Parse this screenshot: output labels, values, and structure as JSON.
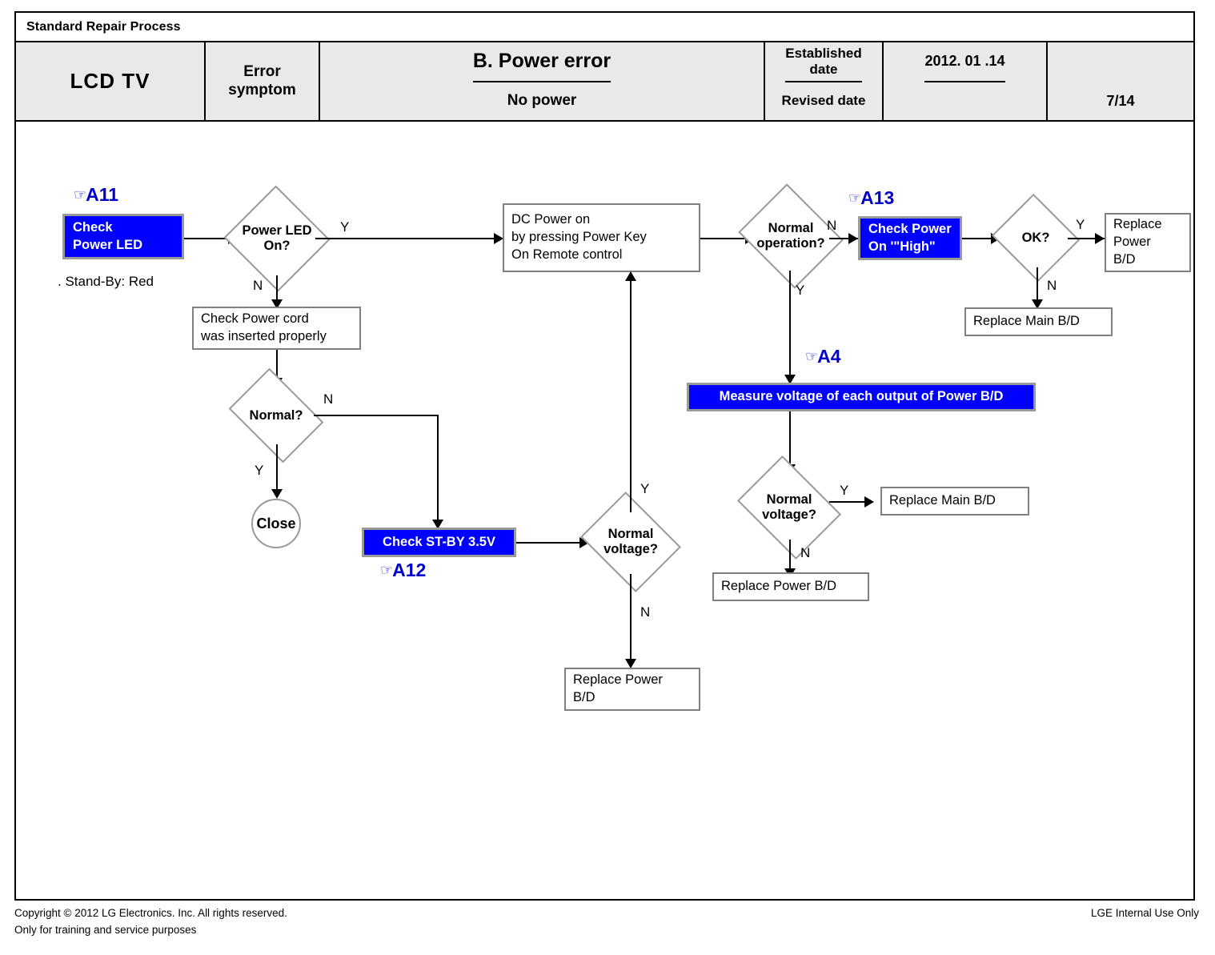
{
  "header": {
    "process_title": "Standard Repair Process",
    "model": "LCD  TV",
    "symptom_label": "Error symptom",
    "error_title": "B. Power error",
    "error_detail": "No power",
    "established_date_label": "Established date",
    "revised_date_label": "Revised date",
    "established_date_value": "2012. 01 .14",
    "revised_date_value": "",
    "page": "7/14"
  },
  "refs": {
    "hand_icon": "☞",
    "a11": "A11",
    "a12": "A12",
    "a13": "A13",
    "a4": "A4"
  },
  "flow": {
    "check_power_led": "Check\nPower LED",
    "check_power_led_l1": "Check",
    "check_power_led_l2": "Power LED",
    "standby_note": ". Stand-By: Red",
    "power_led_on_l1": "Power  LED",
    "power_led_on_l2": "On?",
    "check_power_cord_l1": "Check Power cord",
    "check_power_cord_l2": "was inserted properly",
    "normal_q": "Normal?",
    "close": "Close",
    "check_stby": "Check ST-BY 3.5V",
    "dc_power_l1": "DC Power on",
    "dc_power_l2": "by pressing Power Key",
    "dc_power_l3": "On Remote control",
    "normal_voltage_center_l1": "Normal",
    "normal_voltage_center_l2": "voltage?",
    "replace_power_bd_center_l1": "Replace Power",
    "replace_power_bd_center_l2": "B/D",
    "normal_operation_l1": "Normal",
    "normal_operation_l2": "operation?",
    "check_power_on_high_l1": "Check Power",
    "check_power_on_high_l2": "On '\"High\"",
    "ok_q": "OK?",
    "replace_power_bd_r_l1": "Replace",
    "replace_power_bd_r_l2": "Power",
    "replace_power_bd_r_l3": "B/D",
    "replace_main_bd_top": "Replace Main B/D",
    "measure_voltage": "Measure voltage of each output of Power B/D",
    "normal_voltage_right_l1": "Normal",
    "normal_voltage_right_l2": "voltage?",
    "replace_main_bd_right": "Replace Main B/D",
    "replace_power_bd_right": "Replace Power B/D",
    "yes": "Y",
    "no": "N"
  },
  "footer": {
    "copyright": "Copyright © 2012 LG Electronics. Inc. All rights reserved.",
    "purpose": "Only for training and service purposes",
    "internal": "LGE Internal Use Only"
  },
  "colors": {
    "highlight_blue": "#0000FF",
    "ref_blue": "#0000CC",
    "header_gray": "#E9E9E9",
    "shape_gray": "#999999"
  }
}
